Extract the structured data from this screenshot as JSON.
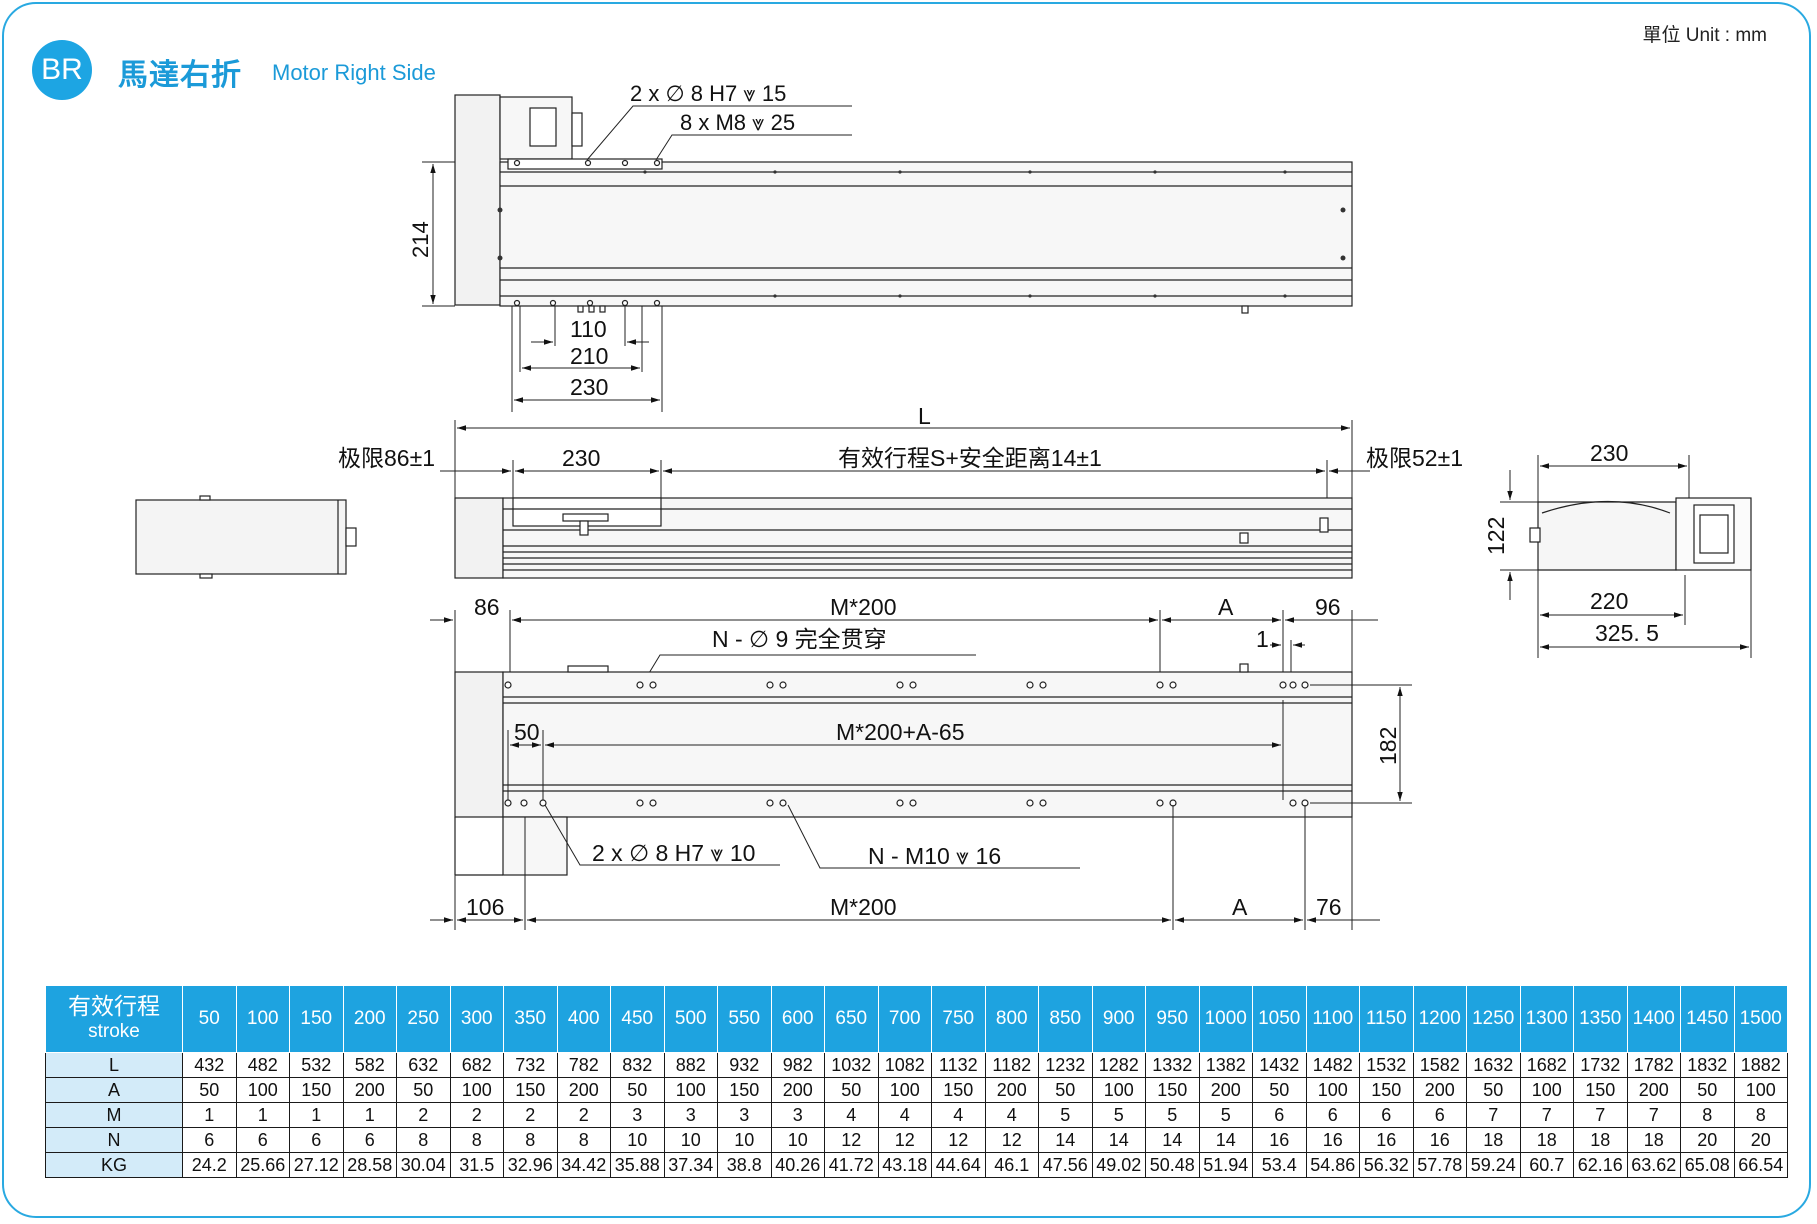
{
  "header": {
    "badge": "BR",
    "title_cn": "馬達右折",
    "title_en": "Motor Right Side",
    "unit": "單位 Unit : mm"
  },
  "drawing": {
    "top_view": {
      "callout_1": "2 x ∅ 8 H7 ⩔ 15",
      "callout_2": "8 x M8 ⩔ 25",
      "dim_214": "214",
      "dim_110": "110",
      "dim_210": "210",
      "dim_230": "230"
    },
    "side_view": {
      "dim_L": "L",
      "limit_left": "极限86±1",
      "dim_230": "230",
      "stroke_label": "有效行程S+安全距离14±1",
      "limit_right": "极限52±1"
    },
    "end_view": {
      "dim_230": "230",
      "dim_122": "122",
      "dim_220": "220",
      "dim_325": "325. 5"
    },
    "bottom_view": {
      "dim_86": "86",
      "dim_m200_top": "M*200",
      "dim_A_top": "A",
      "dim_96": "96",
      "callout_holes": "N - ∅ 9 完全贯穿",
      "dim_1": "1",
      "dim_50": "50",
      "dim_m200_a65": "M*200+A-65",
      "dim_182": "182",
      "callout_pins": "2 x ∅ 8 H7 ⩔ 10",
      "callout_thread": "N - M10 ⩔ 16",
      "dim_106": "106",
      "dim_m200_bottom": "M*200",
      "dim_A_bottom": "A",
      "dim_76": "76"
    }
  },
  "table": {
    "header_label_cn": "有效行程",
    "header_label_en": "stroke",
    "strokes": [
      "50",
      "100",
      "150",
      "200",
      "250",
      "300",
      "350",
      "400",
      "450",
      "500",
      "550",
      "600",
      "650",
      "700",
      "750",
      "800",
      "850",
      "900",
      "950",
      "1000",
      "1050",
      "1100",
      "1150",
      "1200",
      "1250",
      "1300",
      "1350",
      "1400",
      "1450",
      "1500"
    ],
    "rows": [
      {
        "label": "L",
        "values": [
          "432",
          "482",
          "532",
          "582",
          "632",
          "682",
          "732",
          "782",
          "832",
          "882",
          "932",
          "982",
          "1032",
          "1082",
          "1132",
          "1182",
          "1232",
          "1282",
          "1332",
          "1382",
          "1432",
          "1482",
          "1532",
          "1582",
          "1632",
          "1682",
          "1732",
          "1782",
          "1832",
          "1882"
        ]
      },
      {
        "label": "A",
        "values": [
          "50",
          "100",
          "150",
          "200",
          "50",
          "100",
          "150",
          "200",
          "50",
          "100",
          "150",
          "200",
          "50",
          "100",
          "150",
          "200",
          "50",
          "100",
          "150",
          "200",
          "50",
          "100",
          "150",
          "200",
          "50",
          "100",
          "150",
          "200",
          "50",
          "100"
        ]
      },
      {
        "label": "M",
        "values": [
          "1",
          "1",
          "1",
          "1",
          "2",
          "2",
          "2",
          "2",
          "3",
          "3",
          "3",
          "3",
          "4",
          "4",
          "4",
          "4",
          "5",
          "5",
          "5",
          "5",
          "6",
          "6",
          "6",
          "6",
          "7",
          "7",
          "7",
          "7",
          "8",
          "8"
        ]
      },
      {
        "label": "N",
        "values": [
          "6",
          "6",
          "6",
          "6",
          "8",
          "8",
          "8",
          "8",
          "10",
          "10",
          "10",
          "10",
          "12",
          "12",
          "12",
          "12",
          "14",
          "14",
          "14",
          "14",
          "16",
          "16",
          "16",
          "16",
          "18",
          "18",
          "18",
          "18",
          "20",
          "20"
        ]
      },
      {
        "label": "KG",
        "values": [
          "24.2",
          "25.66",
          "27.12",
          "28.58",
          "30.04",
          "31.5",
          "32.96",
          "34.42",
          "35.88",
          "37.34",
          "38.8",
          "40.26",
          "41.72",
          "43.18",
          "44.64",
          "46.1",
          "47.56",
          "49.02",
          "50.48",
          "51.94",
          "53.4",
          "54.86",
          "56.32",
          "57.78",
          "59.24",
          "60.7",
          "62.16",
          "63.62",
          "65.08",
          "66.54"
        ]
      }
    ]
  },
  "colors": {
    "accent": "#1da5e3",
    "table_header": "#1ea3e0",
    "row_label": "#d3ebf9"
  }
}
